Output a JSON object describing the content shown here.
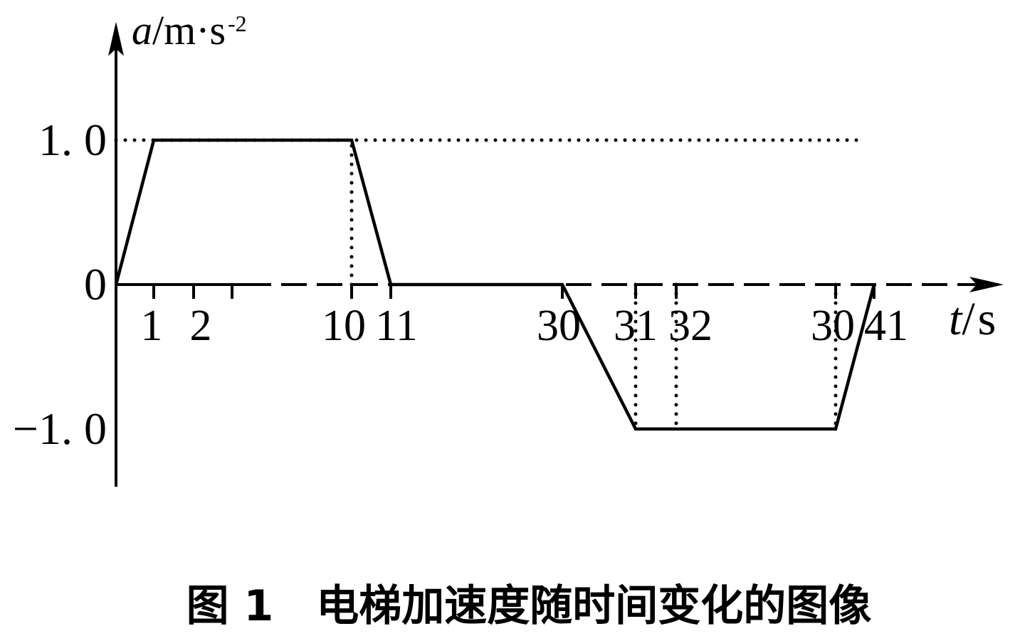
{
  "chart_data": {
    "type": "line",
    "title": "图 1　电梯加速度随时间变化的图像",
    "xlabel": {
      "symbol": "t",
      "unit": "/s"
    },
    "ylabel": {
      "symbol": "a",
      "unit": "/m·s",
      "exponent": "-2"
    },
    "x_ticks": [
      {
        "value": 1,
        "label": "1"
      },
      {
        "value": 2,
        "label": "2"
      },
      {
        "value": 10,
        "label": "10"
      },
      {
        "value": 11,
        "label": "11"
      },
      {
        "value": 30,
        "label": "30"
      },
      {
        "value": 31,
        "label": "31"
      },
      {
        "value": 32,
        "label": "32"
      },
      {
        "value": 40,
        "label": "30"
      },
      {
        "value": 41,
        "label": "41"
      }
    ],
    "minor_x_ticks": [
      3
    ],
    "y_ticks": [
      {
        "value": 1.0,
        "label": "1. 0"
      },
      {
        "value": 0,
        "label": "0"
      },
      {
        "value": -1.0,
        "label": "−1. 0"
      }
    ],
    "ylim": [
      -1.4,
      1.8
    ],
    "grid": false,
    "series": [
      {
        "color": "#000000",
        "x": [
          0,
          1,
          10,
          11,
          30,
          31,
          40,
          41
        ],
        "y": [
          0,
          1.0,
          1.0,
          0,
          0,
          -1.0,
          -1.0,
          0
        ]
      }
    ],
    "reference_lines": {
      "horizontal": [
        {
          "y": 1.0
        }
      ],
      "vertical": [
        {
          "x": 10,
          "y_from": 0,
          "y_to": 1.0
        },
        {
          "x": 31,
          "y_from": 0,
          "y_to": -1.0
        },
        {
          "x": 32,
          "y_from": 0,
          "y_to": -1.0
        },
        {
          "x": 40,
          "y_from": 0,
          "y_to": -1.0
        }
      ]
    }
  }
}
